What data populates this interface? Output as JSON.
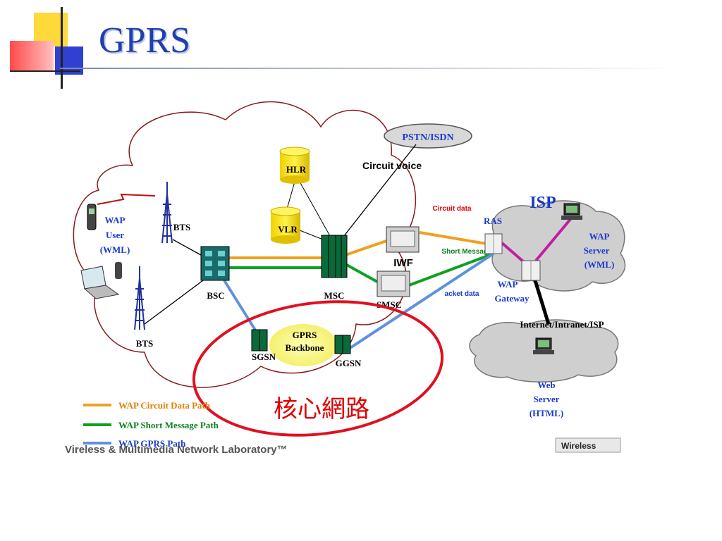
{
  "slide": {
    "title": "GPRS",
    "footer_lab": "Vireless & Multimedia Network Laboratory™",
    "footer_logo": "Wireless"
  },
  "diagram": {
    "nodes": {
      "pstn": "PSTN/ISDN",
      "hlr": "HLR",
      "vlr": "VLR",
      "wap_user": [
        "WAP",
        "User",
        "(WML)"
      ],
      "bts_top": "BTS",
      "bts_bottom": "BTS",
      "bsc": "BSC",
      "msc": "MSC",
      "iwf": "IWF",
      "smsc": "SMSC",
      "sgsn": "SGSN",
      "ggsn": "GGSN",
      "gprs_backbone": [
        "GPRS",
        "Backbone"
      ],
      "isp": "ISP",
      "ras": "RAS",
      "wap_server": [
        "WAP",
        "Server",
        "(WML)"
      ],
      "wap_gateway": [
        "WAP",
        "Gateway"
      ],
      "internet": "Internet/Intranet/ISP",
      "web_server": [
        "Web",
        "Server",
        "(HTML)"
      ]
    },
    "link_labels": {
      "circuit_voice": "Circuit  voice",
      "circuit_data": "Circuit data",
      "short_message": "Short Message",
      "packet_data": "acket  data"
    },
    "core_network_label": "核心網路",
    "legend": [
      {
        "label": "WAP Circuit Data Path",
        "color": "#f0a020"
      },
      {
        "label": "WAP Short Message Path",
        "color": "#10a020"
      },
      {
        "label": "WAP GPRS Path",
        "color": "#6090e0"
      }
    ],
    "colors": {
      "circuit_path": "#f0a020",
      "sms_path": "#10a020",
      "gprs_path": "#6090e0",
      "isp_link": "#c020a0",
      "core_ellipse": "#e01020",
      "cloud_outline": "#8a1a1a",
      "label_blue": "#1a3acc",
      "label_orange": "#e08000",
      "label_green": "#108020",
      "label_red": "#e00000",
      "title_blue": "#1f3fb0"
    }
  }
}
